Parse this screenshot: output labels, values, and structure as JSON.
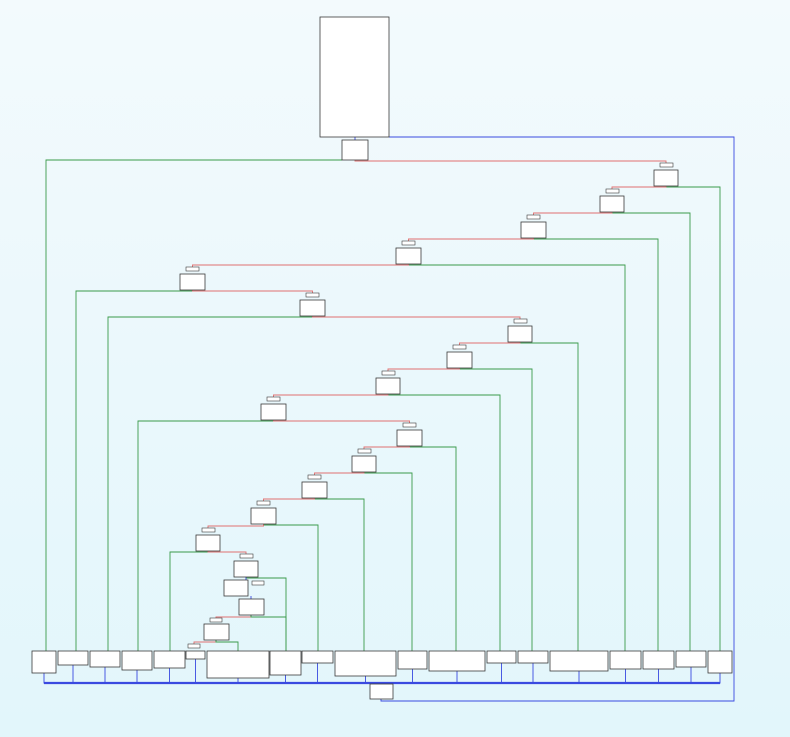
{
  "graph": {
    "kind": "control-flow-graph",
    "colors": {
      "background_top": "#f3fafd",
      "background_bottom": "#e2f6fb",
      "node_fill": "#ffffff",
      "node_border": "#3a3a3a",
      "edge_true": "#e07070",
      "edge_false": "#3a9a4a",
      "edge_unconditional": "#3a4ae0"
    },
    "edge_legend": {
      "red": "conditional-taken",
      "green": "conditional-fallthrough",
      "blue": "unconditional"
    },
    "counts": {
      "basic_blocks": 56,
      "return_block": 1
    }
  }
}
